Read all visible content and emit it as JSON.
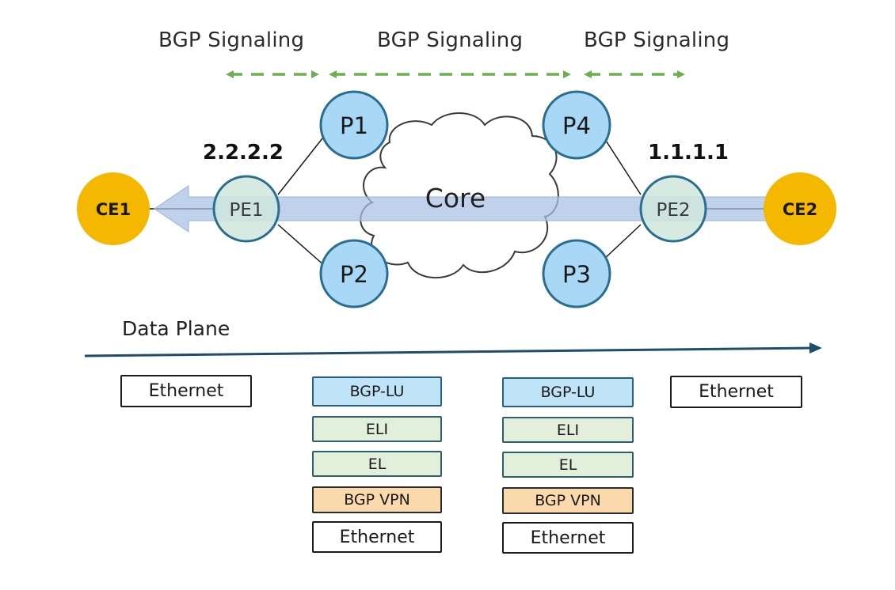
{
  "signaling": {
    "left": "BGP Signaling",
    "middle": "BGP Signaling",
    "right": "BGP Signaling"
  },
  "addresses": {
    "pe1_ip": "2.2.2.2",
    "pe2_ip": "1.1.1.1"
  },
  "nodes": {
    "ce1": "CE1",
    "ce2": "CE2",
    "pe1": "PE1",
    "pe2": "PE2",
    "p1": "P1",
    "p2": "P2",
    "p3": "P3",
    "p4": "P4",
    "core": "Core"
  },
  "data_plane_label": "Data Plane",
  "left_frame": "Ethernet",
  "right_frame": "Ethernet",
  "stack_left": [
    "BGP-LU",
    "ELI",
    "EL",
    "BGP VPN",
    "Ethernet"
  ],
  "stack_right": [
    "BGP-LU",
    "ELI",
    "EL",
    "BGP VPN",
    "Ethernet"
  ],
  "colors": {
    "ce_fill": "#f5b800",
    "pe_fill": "#cfe6dd",
    "p_fill": "#a8d8f5",
    "node_stroke": "#2a6f8f",
    "signal_green": "#6ab04c",
    "data_band": "#b3c7e6",
    "data_arrow": "#1f4e6b"
  }
}
